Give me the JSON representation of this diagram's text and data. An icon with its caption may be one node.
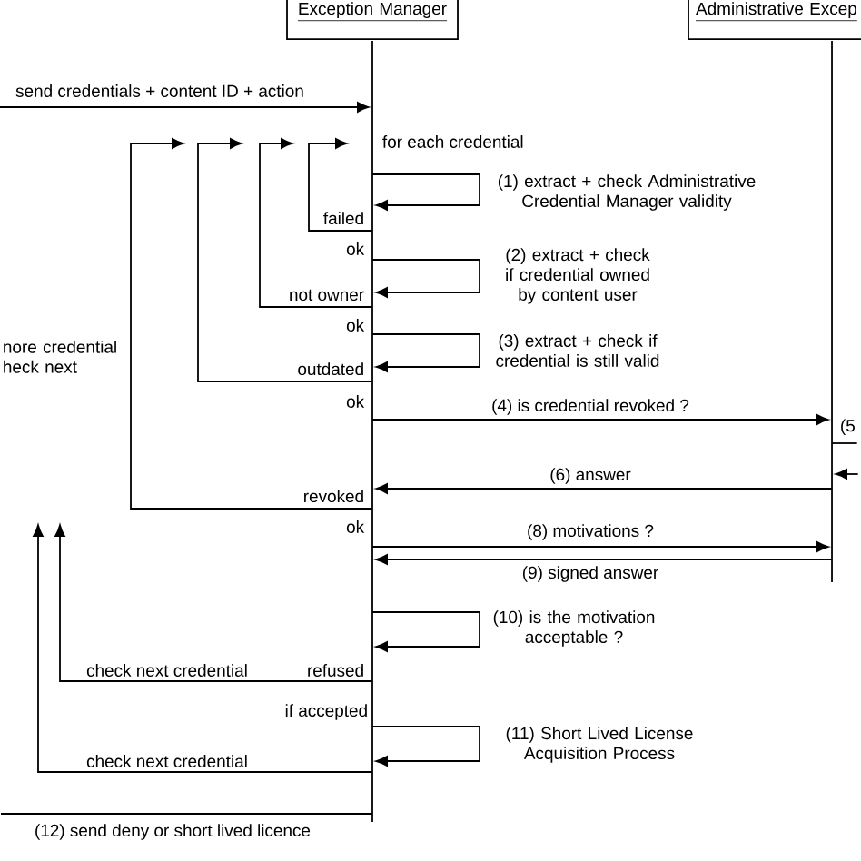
{
  "diagram": {
    "nodes": [
      {
        "text": [
          "Exception Manager"
        ]
      },
      {
        "text": [
          "Administrative Excep"
        ]
      },
      {
        "text": [],
        "shape": "bar"
      },
      {
        "text": [],
        "shape": "bar"
      },
      {
        "text": [
          "(5"
        ]
      }
    ],
    "edges": [
      {
        "from": null,
        "to": 2,
        "arrow": "to",
        "label": "send credentials + content ID + action"
      },
      {
        "from": 2,
        "to": 2,
        "arrow": "to",
        "label": "(1) extract + check Administrative Credential Manager validity"
      },
      {
        "from": 2,
        "to": null,
        "arrow": "to",
        "label": "failed"
      },
      {
        "from": 2,
        "to": 2,
        "arrow": "to",
        "label": "(2) extract + check if credential owned by content user"
      },
      {
        "from": 2,
        "to": null,
        "arrow": "to",
        "label": "not owner"
      },
      {
        "from": 2,
        "to": 2,
        "arrow": "to",
        "label": "(3) extract + check if credential is still valid"
      },
      {
        "from": 2,
        "to": null,
        "arrow": "to",
        "label": "outdated"
      },
      {
        "from": 2,
        "to": 3,
        "arrow": "to",
        "label": "(4) is credential revoked ?"
      },
      {
        "from": 3,
        "to": 4,
        "arrow": "none"
      },
      {
        "from": 4,
        "to": 3,
        "arrow": "to"
      },
      {
        "from": 2,
        "to": null,
        "arrow": "to",
        "label": "revoked"
      },
      {
        "from": 3,
        "to": 2,
        "arrow": "to",
        "label": "(6) answer"
      },
      {
        "from": 2,
        "to": 3,
        "arrow": "to",
        "label": "(8) motivations ?"
      },
      {
        "from": 3,
        "to": 2,
        "arrow": "to",
        "label": "(9) signed answer"
      },
      {
        "from": 2,
        "to": 2,
        "arrow": "to",
        "label": "(10) is the motivation acceptable ?"
      },
      {
        "from": 2,
        "to": null,
        "arrow": "to",
        "label": "check next credential"
      },
      {
        "from": 2,
        "to": 2,
        "arrow": "to",
        "label": "(11) Short Lived License Acquisition Process"
      },
      {
        "from": 2,
        "to": null,
        "arrow": "to",
        "label": "check next credential"
      },
      {
        "from": 2,
        "to": null,
        "arrow": "none",
        "label": "(12) send deny or short lived licence"
      }
    ],
    "labels": [
      "for each credential",
      "ok",
      "ok",
      "nore credential heck next",
      "ok",
      "ok",
      "refused",
      "if accepted"
    ]
  }
}
